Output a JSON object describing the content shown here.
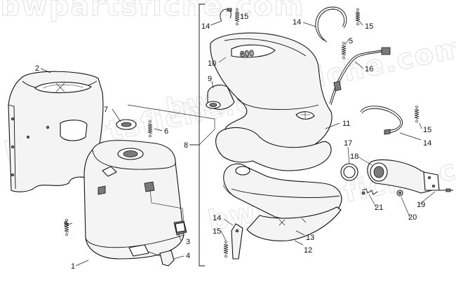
{
  "watermark": "bwpartsfiche.com",
  "emblem_text": "600",
  "callouts": [
    {
      "id": "c1",
      "label": "1"
    },
    {
      "id": "c2",
      "label": "2"
    },
    {
      "id": "c3",
      "label": "3"
    },
    {
      "id": "c4",
      "label": "4"
    },
    {
      "id": "c5a",
      "label": "5"
    },
    {
      "id": "c5b",
      "label": "5"
    },
    {
      "id": "c6",
      "label": "6"
    },
    {
      "id": "c7",
      "label": "7"
    },
    {
      "id": "c8",
      "label": "8"
    },
    {
      "id": "c9",
      "label": "9"
    },
    {
      "id": "c10",
      "label": "10"
    },
    {
      "id": "c11",
      "label": "11"
    },
    {
      "id": "c12",
      "label": "12"
    },
    {
      "id": "c13",
      "label": "13"
    },
    {
      "id": "c14a",
      "label": "14"
    },
    {
      "id": "c14b",
      "label": "14"
    },
    {
      "id": "c14c",
      "label": "14"
    },
    {
      "id": "c14d",
      "label": "14"
    },
    {
      "id": "c15a",
      "label": "15"
    },
    {
      "id": "c15b",
      "label": "15"
    },
    {
      "id": "c15c",
      "label": "15"
    },
    {
      "id": "c15d",
      "label": "15"
    },
    {
      "id": "c16",
      "label": "16"
    },
    {
      "id": "c17",
      "label": "17"
    },
    {
      "id": "c18",
      "label": "18"
    },
    {
      "id": "c19",
      "label": "19"
    },
    {
      "id": "c20",
      "label": "20"
    },
    {
      "id": "c21",
      "label": "21"
    }
  ]
}
